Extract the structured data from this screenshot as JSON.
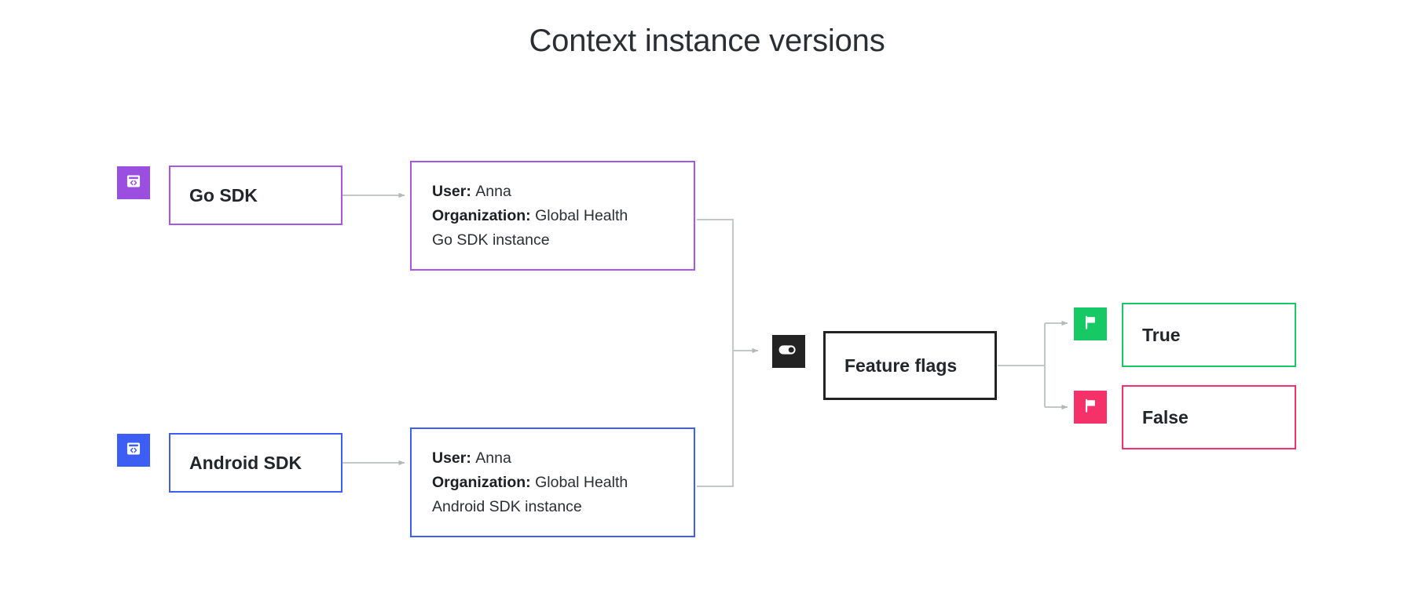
{
  "page": {
    "title": "Context instance versions",
    "background": "#ffffff"
  },
  "colors": {
    "purple": "#a855e8",
    "purple_tile": "#9b4fe0",
    "blue": "#3c5ef5",
    "blue_tile": "#3c5ef5",
    "dark": "#232323",
    "green": "#17c964",
    "pink": "#f5316a",
    "wire": "#b9c0c0",
    "text": "#22252a"
  },
  "nodes": {
    "go_sdk": {
      "label": "Go SDK",
      "icon": "code-window-icon",
      "border_color": "#a855e8",
      "tile_color": "#9b4fe0"
    },
    "android_sdk": {
      "label": "Android SDK",
      "icon": "code-window-icon",
      "border_color": "#3c5ef5",
      "tile_color": "#3c5ef5"
    },
    "go_context": {
      "border_color": "#a855e8",
      "lines": [
        {
          "key": "User:",
          "value": "Anna"
        },
        {
          "key": "Organization:",
          "value": "Global Health"
        }
      ],
      "caption": "Go SDK instance"
    },
    "android_context": {
      "border_color": "#3c5ef5",
      "lines": [
        {
          "key": "User:",
          "value": "Anna"
        },
        {
          "key": "Organization:",
          "value": "Global Health"
        }
      ],
      "caption": "Android SDK instance"
    },
    "feature_flags": {
      "label": "Feature flags",
      "icon": "toggle-switch-icon",
      "border_color": "#232323",
      "tile_color": "#232323"
    },
    "result_true": {
      "label": "True",
      "icon": "flag-icon",
      "border_color": "#17c964",
      "tile_color": "#17c964"
    },
    "result_false": {
      "label": "False",
      "icon": "flag-icon",
      "border_color": "#f5316a",
      "tile_color": "#f5316a"
    }
  }
}
